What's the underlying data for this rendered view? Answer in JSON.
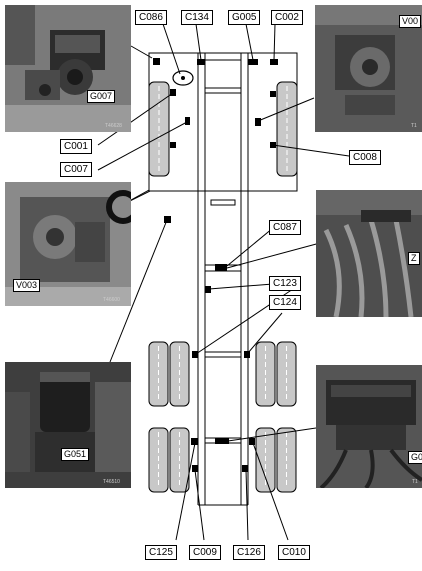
{
  "connector_labels": {
    "c086": "C086",
    "c134": "C134",
    "g005": "G005",
    "c002": "C002",
    "c001": "C001",
    "c007": "C007",
    "c008": "C008",
    "c087": "C087",
    "c123": "C123",
    "c124": "C124",
    "c125": "C125",
    "c009": "C009",
    "c126": "C126",
    "c010": "C010"
  },
  "photo_labels": {
    "g007": "G007",
    "v00x": "V00",
    "v003": "V003",
    "z": "Z",
    "g051": "G051",
    "g0x": "G0"
  },
  "photo_codes": {
    "p1": "T46628",
    "p2": "T1",
    "p3": "T46600",
    "p4": "T46510",
    "p5": "T1"
  },
  "colors": {
    "line": "#000000",
    "tyre": "#c8c8c8",
    "photo_bg": "#3a3a3a"
  }
}
